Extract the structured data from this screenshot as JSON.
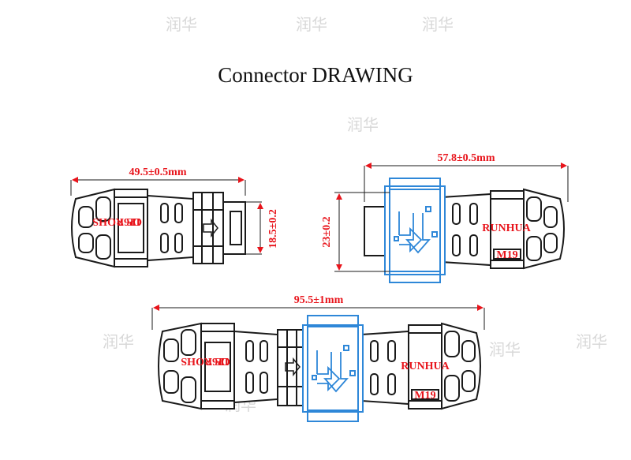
{
  "title": "Connector DRAWING",
  "watermark": "润华",
  "colors": {
    "dimension": "#e8141b",
    "outline": "#1a1a1a",
    "blue_part": "#2e87d8",
    "red_text": "#e8141b"
  },
  "dimensions": {
    "plug_length": "49.5±0.5mm",
    "plug_pin_height": "18.5±0.2",
    "socket_length": "57.8±0.5mm",
    "socket_height": "23±0.2",
    "total_length": "95.5±1mm"
  },
  "markings": {
    "ip_rating": "IP67",
    "cert": "CE ROHS",
    "brand": "RUNHUA",
    "model": "M19"
  }
}
